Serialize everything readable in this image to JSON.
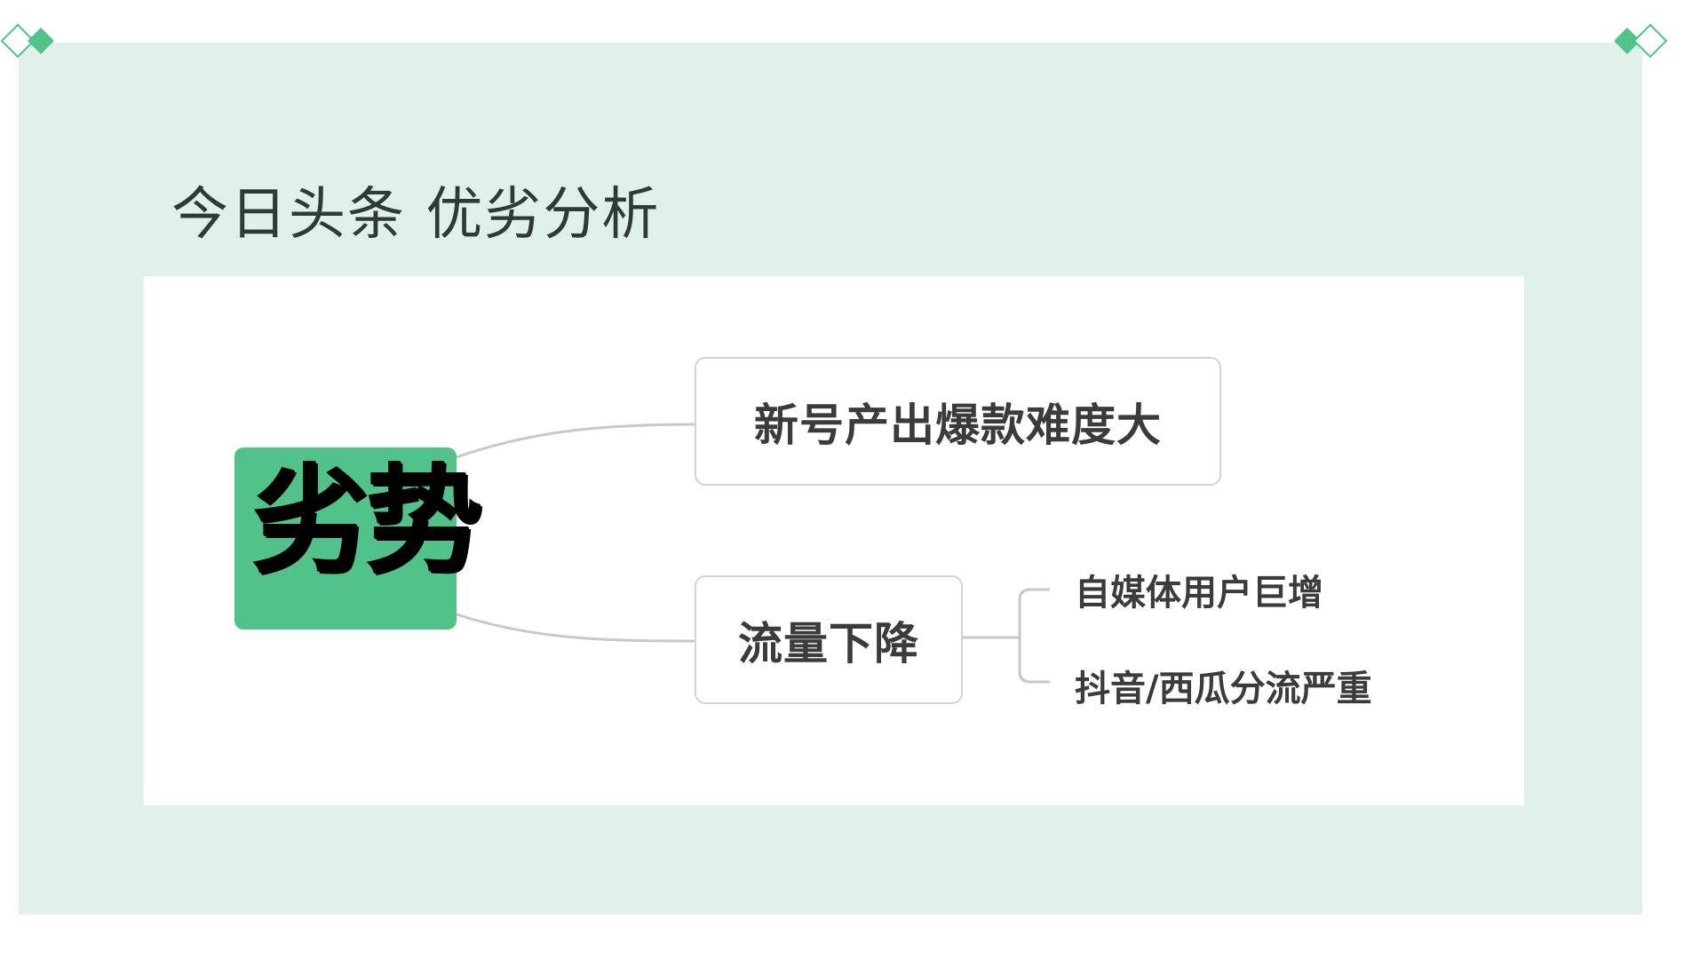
{
  "slide": {
    "title": "今日头条 优劣分析"
  },
  "colors": {
    "background": "#dff1e8",
    "accent": "#52c28b",
    "node_border": "#d3d3d3",
    "text": "#3b3b3b"
  },
  "diagram": {
    "root": "劣势",
    "branches": [
      {
        "label": "新号产出爆款难度大",
        "children": []
      },
      {
        "label": "流量下降",
        "children": [
          "自媒体用户巨增",
          "抖音/西瓜分流严重"
        ]
      }
    ]
  },
  "icons": [
    "diamond-corner-icon-left",
    "diamond-corner-icon-right"
  ]
}
